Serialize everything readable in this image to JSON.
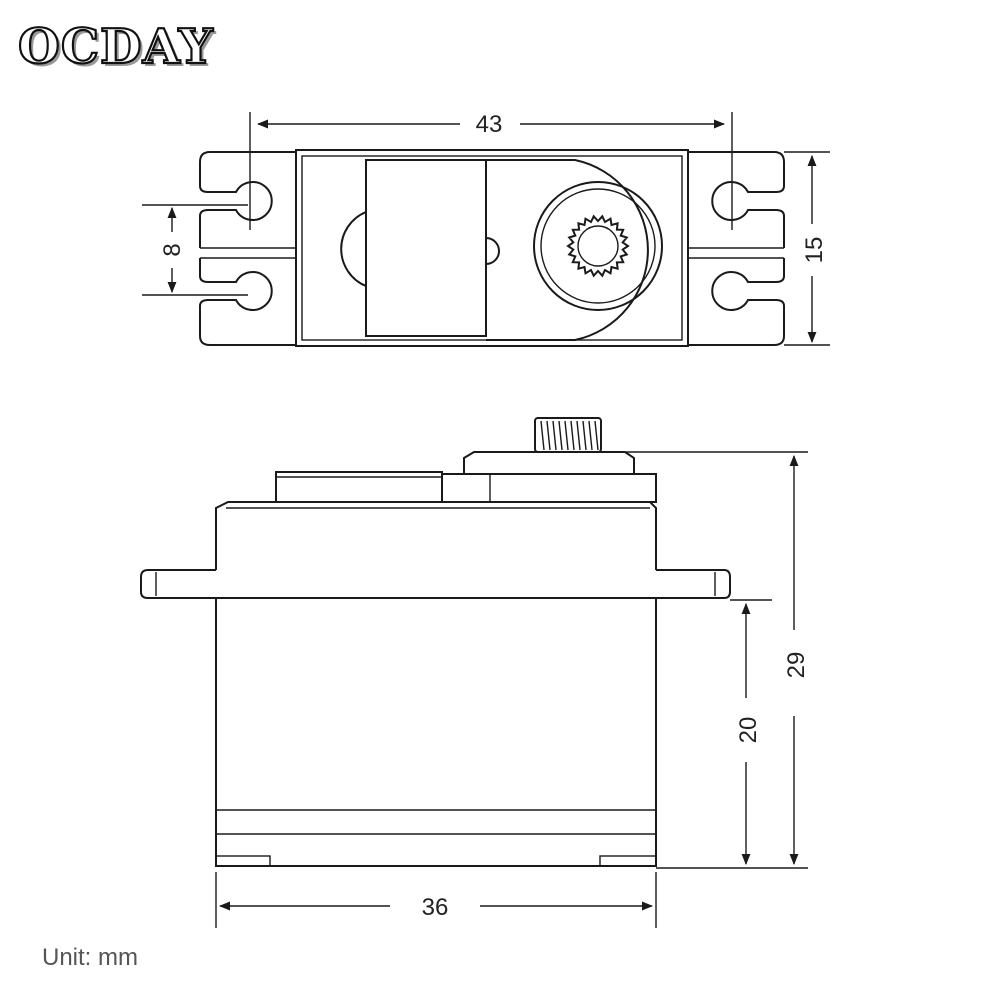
{
  "brand": {
    "logo_text": "OCDAY"
  },
  "diagram": {
    "top_view": {
      "width_label": "43",
      "hole_spacing_label": "8",
      "depth_label": "15"
    },
    "side_view": {
      "total_height_label": "29",
      "body_height_label": "20",
      "body_width_label": "36"
    }
  },
  "footer": {
    "unit_text": "Unit: mm"
  },
  "colors": {
    "line": "#1a1a1a",
    "text": "#222222",
    "unit_text": "#555555",
    "logo_shadow": "#888888"
  }
}
